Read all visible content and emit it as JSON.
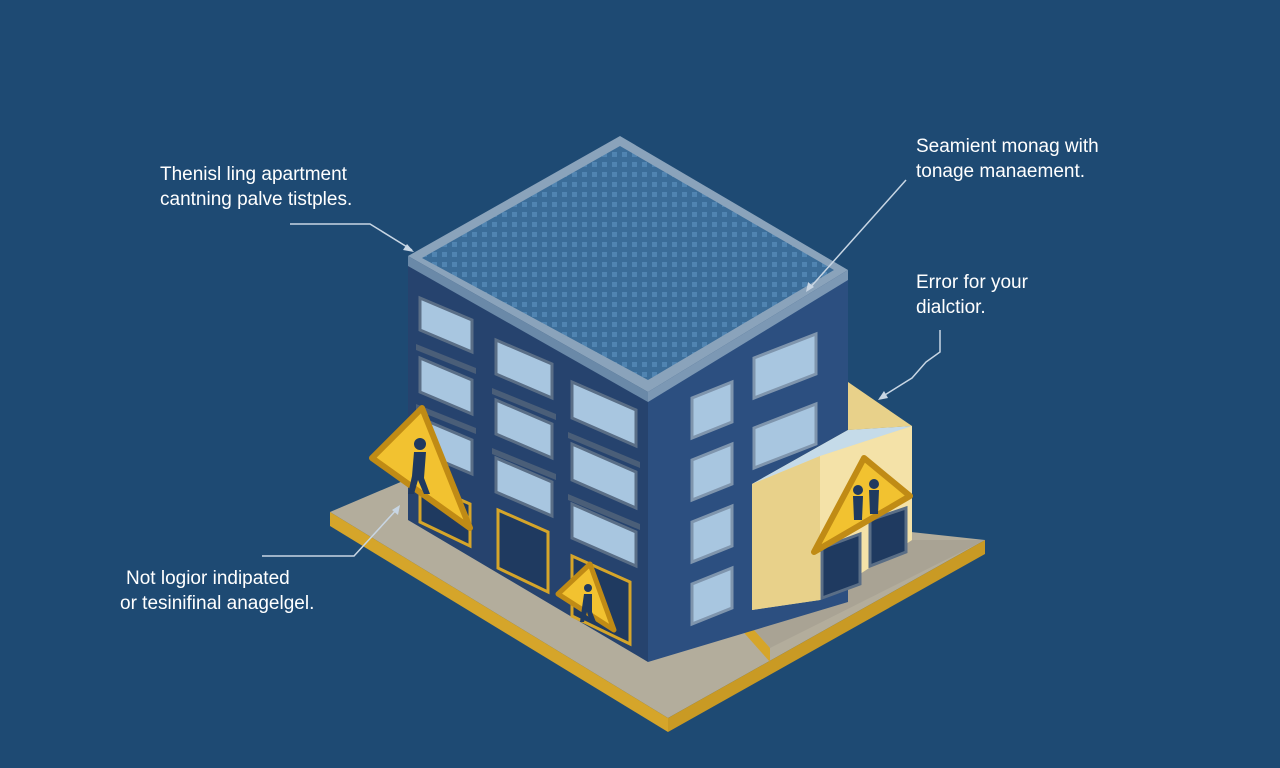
{
  "colors": {
    "background": "#1e4a73",
    "building_left": "#26436e",
    "building_right": "#2c4f80",
    "roof": "#3a6b97",
    "base_top": "#b3ad9c",
    "base_edge": "#d5a52a",
    "annex": "#f0dc9a",
    "warning": "#f2c230",
    "label_text": "#ffffff"
  },
  "annotations": {
    "top_left": [
      "Thenisl ling apartment",
      "cantning palve tistples."
    ],
    "top_right": [
      "Seamient monag with",
      "tonage manaement."
    ],
    "middle_right": [
      "Error for your",
      "dialctior."
    ],
    "bottom_left": [
      "Not logior indipated",
      "or tesinifinal anagelgel."
    ]
  },
  "icons": {
    "warning_signs": [
      "warning-sign-icon",
      "warning-sign-icon",
      "warning-sign-icon"
    ]
  }
}
